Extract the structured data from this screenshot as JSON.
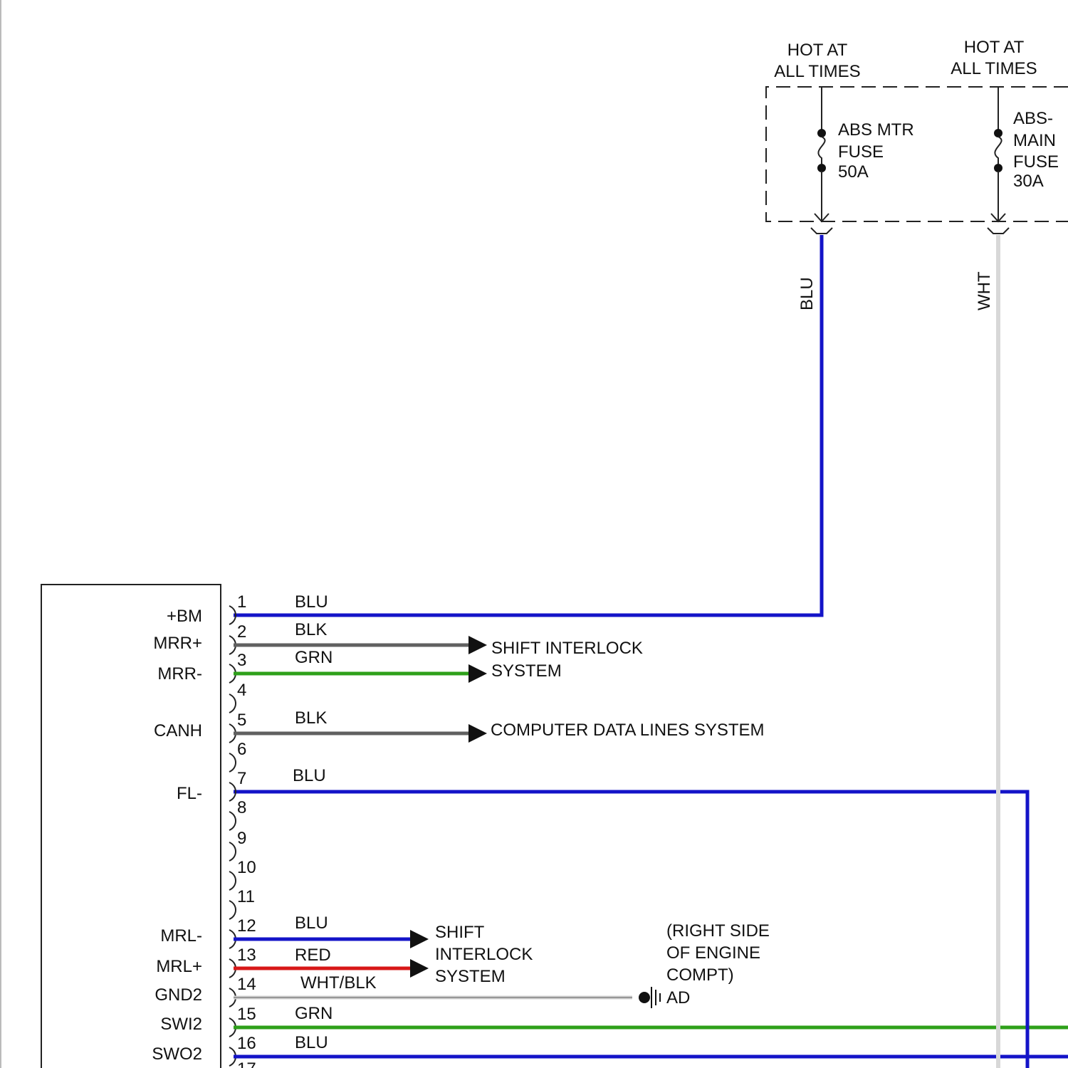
{
  "power": {
    "fuse1": {
      "hot_line1": "HOT AT",
      "hot_line2": "ALL TIMES",
      "name_line1": "ABS MTR",
      "name_line2": "FUSE",
      "rating": "50A",
      "wire_color": "BLU",
      "wire_hex": "#1414c8"
    },
    "fuse2": {
      "hot_line1": "HOT AT",
      "hot_line2": "ALL TIMES",
      "name_line1": "ABS-",
      "name_line2": "MAIN",
      "name_line3": "FUSE",
      "rating": "30A",
      "wire_color": "WHT",
      "wire_hex": "#d8d8d8"
    }
  },
  "module": {
    "pin_labels": {
      "p1": "+BM",
      "p2": "MRR+",
      "p3": "MRR-",
      "p5": "CANH",
      "p7": "FL-",
      "p12": "MRL-",
      "p13": "MRL+",
      "p14": "GND2",
      "p15": "SWI2",
      "p16": "SWO2"
    },
    "pin_numbers": [
      "1",
      "2",
      "3",
      "4",
      "5",
      "6",
      "7",
      "8",
      "9",
      "10",
      "11",
      "12",
      "13",
      "14",
      "15",
      "16",
      "17"
    ]
  },
  "wires": {
    "w1": {
      "color": "BLU",
      "hex": "#1414c8"
    },
    "w2": {
      "color": "BLK",
      "hex": "#606060"
    },
    "w3": {
      "color": "GRN",
      "hex": "#2ea01a"
    },
    "w5": {
      "color": "BLK",
      "hex": "#606060"
    },
    "w7": {
      "color": "BLU",
      "hex": "#1414c8"
    },
    "w12": {
      "color": "BLU",
      "hex": "#1414c8"
    },
    "w13": {
      "color": "RED",
      "hex": "#d81818"
    },
    "w14": {
      "color": "WHT/BLK",
      "hex": "#d0d0d0"
    },
    "w15": {
      "color": "GRN",
      "hex": "#2ea01a"
    },
    "w16": {
      "color": "BLU",
      "hex": "#1414c8"
    }
  },
  "destinations": {
    "shift_interlock_upper": {
      "line1": "SHIFT INTERLOCK",
      "line2": "SYSTEM"
    },
    "computer_data": "COMPUTER DATA LINES SYSTEM",
    "shift_interlock_lower": {
      "line1": "SHIFT",
      "line2": "INTERLOCK",
      "line3": "SYSTEM"
    },
    "ground": {
      "loc_line1": "(RIGHT SIDE",
      "loc_line2": "OF ENGINE",
      "loc_line3": "COMPT)",
      "id": "AD"
    }
  }
}
